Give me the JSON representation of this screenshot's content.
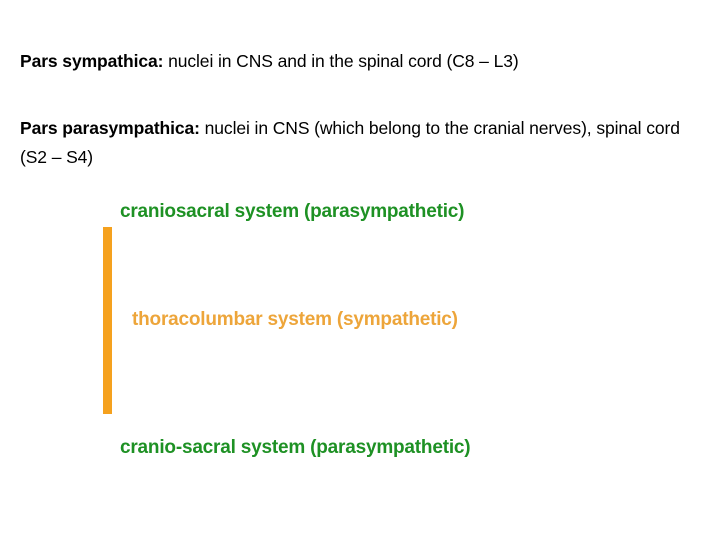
{
  "slide": {
    "background_color": "#ffffff",
    "paragraphs": [
      {
        "name": "pars-sympathica",
        "lead": "Pars sympathica:",
        "body": " nuclei in CNS and in the spinal cord (C8 – L3)"
      },
      {
        "name": "pars-parasympathica",
        "lead": "Pars parasympathica:",
        "body": " nuclei in CNS (which belong to the cranial nerves), spinal cord (S2 – S4)"
      }
    ],
    "captions": [
      {
        "name": "craniosacral",
        "text": "craniosacral system (parasympathetic)",
        "color": "#1E9124"
      },
      {
        "name": "thoracolumbar",
        "text": "thoracolumbar system (sympathetic)",
        "color": "#EDA53A"
      },
      {
        "name": "cranio-sacral",
        "text": "cranio-sacral system (parasympathetic)",
        "color": "#1E9124"
      }
    ],
    "accent_bar": {
      "name": "orange-vertical-bar",
      "color": "#F5A11E"
    }
  }
}
